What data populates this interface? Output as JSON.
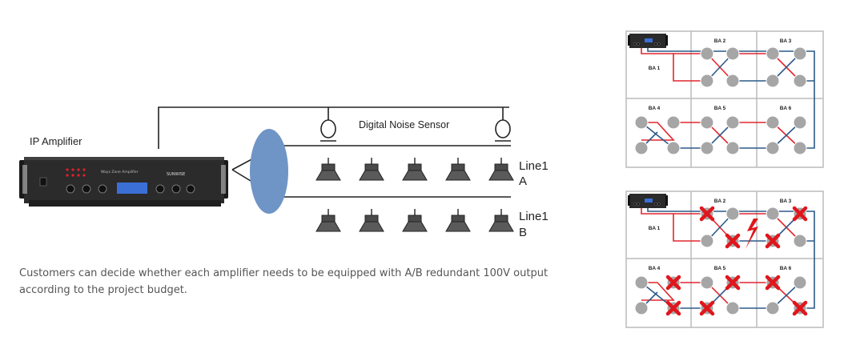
{
  "diagram": {
    "amplifier_label": "IP Amplifier",
    "amplifier_front_title": "Ways Zone Amplifier",
    "amplifier_brand": "SUNWISE",
    "sensor_label": "Digital Noise Sensor",
    "line1a_label": "Line1",
    "line1a_sub": "A",
    "line1b_label": "Line1",
    "line1b_sub": "B",
    "caption": "Customers can decide whether each amplifier needs to be equipped with A/B redundant 100V output according to the project budget.",
    "colors": {
      "ellipse": "#6f95c6",
      "amp_body": "#2d2d2d",
      "lcd": "#3b6fd6",
      "led": "#e0202a"
    }
  },
  "grid_normal": {
    "labels": [
      "BA 1",
      "BA 2",
      "BA 3",
      "BA 4",
      "BA 5",
      "BA 6"
    ],
    "colors": {
      "red_line": "#e2262e",
      "blue_line": "#2c5a88",
      "node": "#a6a6a6"
    }
  },
  "grid_fault": {
    "labels": [
      "BA 1",
      "BA 2",
      "BA 3",
      "BA 4",
      "BA 5",
      "BA 6"
    ],
    "colors": {
      "cross": "#e0161c",
      "spark": "#e0161c"
    }
  }
}
